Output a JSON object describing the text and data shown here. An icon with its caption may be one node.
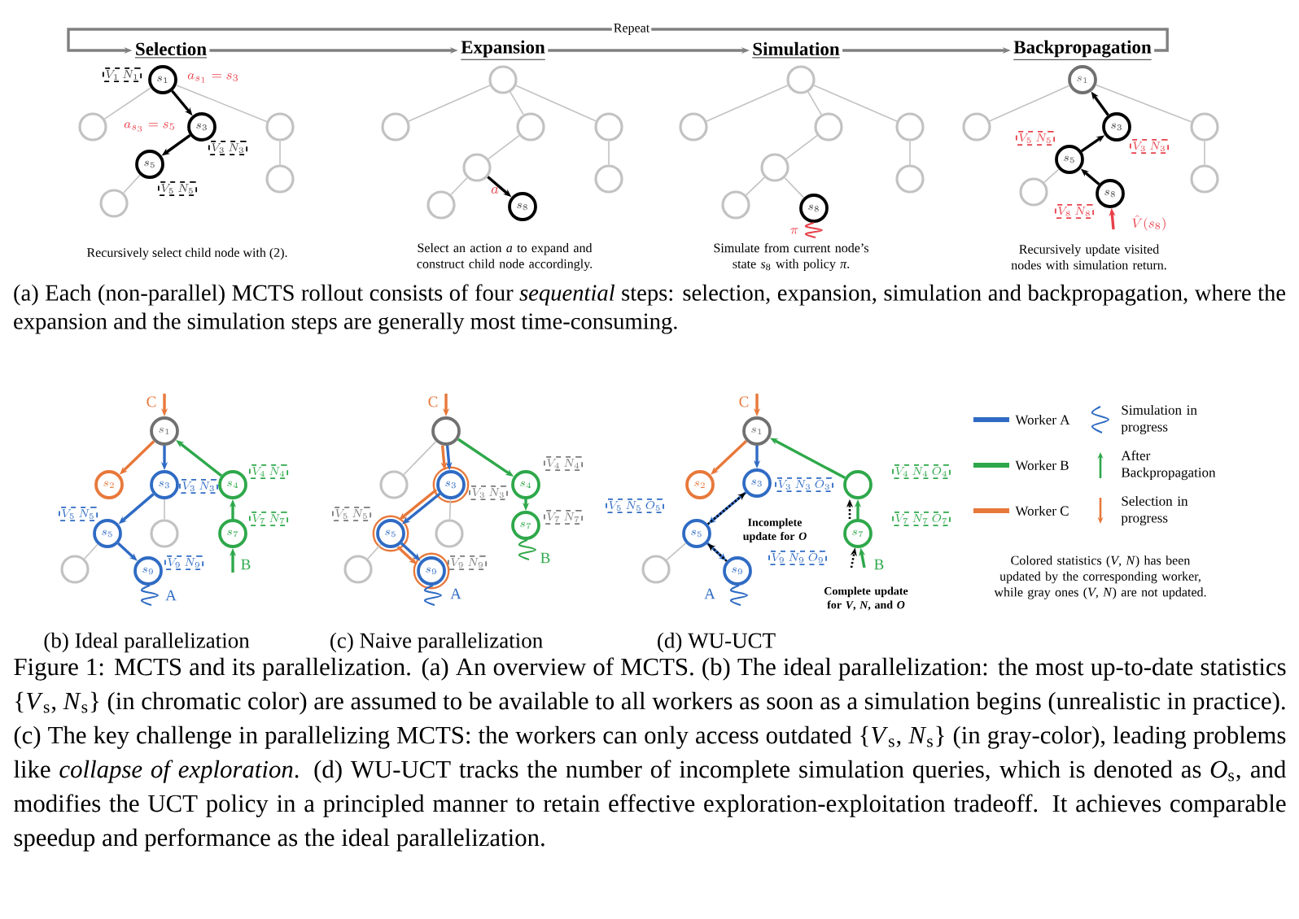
{
  "diagram": {
    "caption": "Figure 1: MCTS and its parallelization. (a) An overview of MCTS. (b) The ideal parallelization: the most up-to-date statistics {*V*$_{s}$, *N*$_{s}$} (in chromatic color) are assumed to be available to all workers as soon as a simulation begins (unrealistic in practice). (c) The key challenge in parallelizing MCTS: the workers can only access outdated {*V*$_{s}$, *N*$_{s}$} (in gray-color), leading problems like *collapse of exploration*. (d) WU-UCT tracks the number of incomplete simulation queries, which is denoted as *O*$_{s}$, and modifies the UCT policy in a principled manner to retain effective exploration-exploitation tradeoff. It achieves comparable speedup and performance as the ideal parallelization.",
    "nodes": [
      {
        "text": [
          "Selection"
        ]
      },
      {
        "text": [
          "Expansion"
        ]
      },
      {
        "text": [
          "Simulation"
        ]
      },
      {
        "text": [
          "Backpropagation"
        ]
      },
      {
        "text": [
          "s_1"
        ]
      },
      {
        "text": [],
        "shape": "circle"
      },
      {
        "text": [
          "s_3"
        ]
      },
      {
        "text": [],
        "shape": "circle"
      },
      {
        "text": [
          "s_5"
        ]
      },
      {
        "text": [],
        "shape": "circle"
      },
      {
        "text": [],
        "shape": "circle"
      },
      {
        "text": [
          "V_1\\ N_1"
        ]
      },
      {
        "text": [
          "V_3\\ N_3"
        ]
      },
      {
        "text": [
          "V_5\\ N_5"
        ]
      },
      {
        "text": [],
        "shape": "circle"
      },
      {
        "text": [],
        "shape": "circle"
      },
      {
        "text": [],
        "shape": "circle"
      },
      {
        "text": [],
        "shape": "circle"
      },
      {
        "text": [],
        "shape": "circle"
      },
      {
        "text": [],
        "shape": "circle"
      },
      {
        "text": [],
        "shape": "circle"
      },
      {
        "text": [
          "s_8"
        ]
      },
      {
        "text": [],
        "shape": "circle"
      },
      {
        "text": [],
        "shape": "circle"
      },
      {
        "text": [],
        "shape": "circle"
      },
      {
        "text": [],
        "shape": "circle"
      },
      {
        "text": [],
        "shape": "circle"
      },
      {
        "text": [],
        "shape": "circle"
      },
      {
        "text": [],
        "shape": "circle"
      },
      {
        "text": [
          "s_8"
        ],
        "beside": [
          "\\pi"
        ]
      },
      {
        "text": [
          "s_1"
        ]
      },
      {
        "text": [],
        "shape": "circle"
      },
      {
        "text": [
          "s_3"
        ]
      },
      {
        "text": [],
        "shape": "circle"
      },
      {
        "text": [
          "s_5"
        ]
      },
      {
        "text": [],
        "shape": "circle"
      },
      {
        "text": [],
        "shape": "circle"
      },
      {
        "text": [
          "s_8"
        ]
      },
      {
        "text": [
          "V_5\\ N_5"
        ]
      },
      {
        "text": [
          "V_3\\ N_3"
        ]
      },
      {
        "text": [
          "V_8\\ N_8"
        ]
      },
      {
        "text": [
          "s_1"
        ]
      },
      {
        "text": [
          "s_2"
        ]
      },
      {
        "text": [
          "s_3"
        ]
      },
      {
        "text": [
          "s_4"
        ]
      },
      {
        "text": [
          "s_5"
        ]
      },
      {
        "text": [],
        "shape": "circle"
      },
      {
        "text": [
          "s_7"
        ]
      },
      {
        "text": [],
        "shape": "circle"
      },
      {
        "text": [
          "s_9"
        ],
        "beside": [
          "A"
        ]
      },
      {
        "text": [
          "V_3\\ N_3"
        ]
      },
      {
        "text": [
          "V_4\\ N_4"
        ]
      },
      {
        "text": [
          "V_5\\ N_5"
        ]
      },
      {
        "text": [
          "V_7\\ N_7"
        ]
      },
      {
        "text": [
          "V_9\\ N_9"
        ]
      },
      {
        "text": [],
        "shape": "circle"
      },
      {
        "text": [],
        "shape": "circle"
      },
      {
        "text": [
          "s_3"
        ]
      },
      {
        "text": [
          "s_4"
        ]
      },
      {
        "text": [
          "s_5"
        ]
      },
      {
        "text": [],
        "shape": "circle"
      },
      {
        "text": [
          "s_7"
        ],
        "beside": [
          "B"
        ]
      },
      {
        "text": [],
        "shape": "circle"
      },
      {
        "text": [
          "s_9"
        ],
        "beside": [
          "A"
        ]
      },
      {
        "text": [
          "V_3\\ N_3"
        ]
      },
      {
        "text": [
          "V_4\\ N_4"
        ]
      },
      {
        "text": [
          "V_5\\ N_5"
        ]
      },
      {
        "text": [
          "V_7\\ N_7"
        ]
      },
      {
        "text": [
          "V_9\\ N_9"
        ]
      },
      {
        "text": [
          "s_1"
        ]
      },
      {
        "text": [
          "s_2"
        ]
      },
      {
        "text": [
          "s_3"
        ]
      },
      {
        "text": [],
        "shape": "circle"
      },
      {
        "text": [
          "s_5"
        ]
      },
      {
        "text": [],
        "shape": "circle"
      },
      {
        "text": [
          "s_7"
        ]
      },
      {
        "text": [
          "s_9"
        ],
        "beside": [
          "A"
        ]
      },
      {
        "text": [
          "V_3\\ N_3\\ O_3"
        ]
      },
      {
        "text": [
          "V_4\\ N_4\\ O_4"
        ]
      },
      {
        "text": [
          "V_5\\ N_5\\ O_5"
        ]
      },
      {
        "text": [
          "V_7\\ N_7\\ O_7"
        ]
      },
      {
        "text": [
          "V_9\\ N_9\\ O_9"
        ]
      }
    ],
    "edges": [
      {
        "from": 0,
        "to": 1,
        "arrow": "to",
        "color": "#808080"
      },
      {
        "from": 1,
        "to": 2,
        "arrow": "to",
        "color": "#808080"
      },
      {
        "from": 2,
        "to": 3,
        "arrow": "to",
        "color": "#808080"
      },
      {
        "from": 3,
        "to": 0,
        "arrow": "to",
        "color": "#808080",
        "label": "Repeat"
      },
      {
        "from": 4,
        "to": 5,
        "arrow": "none"
      },
      {
        "from": 4,
        "to": 6,
        "arrow": "to",
        "color": "#000000"
      },
      {
        "from": 4,
        "to": 7,
        "arrow": "none"
      },
      {
        "from": 6,
        "to": 8,
        "arrow": "to",
        "color": "#000000"
      },
      {
        "from": 7,
        "to": 9,
        "arrow": "none"
      },
      {
        "from": 8,
        "to": 10,
        "arrow": "none"
      },
      {
        "from": 14,
        "to": 15,
        "arrow": "none"
      },
      {
        "from": 14,
        "to": 16,
        "arrow": "none"
      },
      {
        "from": 14,
        "to": 17,
        "arrow": "none"
      },
      {
        "from": 16,
        "to": 18,
        "arrow": "none"
      },
      {
        "from": 17,
        "to": 19,
        "arrow": "none"
      },
      {
        "from": 18,
        "to": 20,
        "arrow": "none"
      },
      {
        "from": 18,
        "to": 21,
        "arrow": "to",
        "color": "#000000",
        "label": "a"
      },
      {
        "from": 22,
        "to": 23,
        "arrow": "none"
      },
      {
        "from": 22,
        "to": 24,
        "arrow": "none"
      },
      {
        "from": 22,
        "to": 25,
        "arrow": "none"
      },
      {
        "from": 24,
        "to": 26,
        "arrow": "none"
      },
      {
        "from": 25,
        "to": 27,
        "arrow": "none"
      },
      {
        "from": 26,
        "to": 28,
        "arrow": "none"
      },
      {
        "from": 26,
        "to": 29,
        "arrow": "none"
      },
      {
        "from": 30,
        "to": 31,
        "arrow": "none"
      },
      {
        "from": 30,
        "to": 33,
        "arrow": "none"
      },
      {
        "from": 33,
        "to": 35,
        "arrow": "none"
      },
      {
        "from": 34,
        "to": 36,
        "arrow": "none"
      },
      {
        "from": 37,
        "to": 34,
        "arrow": "to",
        "color": "#000000"
      },
      {
        "from": 34,
        "to": 32,
        "arrow": "to",
        "color": "#000000"
      },
      {
        "from": 32,
        "to": 30,
        "arrow": "to",
        "color": "#000000"
      },
      {
        "from": null,
        "to": 37,
        "arrow": "to",
        "color": "#e8404a"
      },
      {
        "from": null,
        "to": 41,
        "arrow": "to",
        "color": "#e8783a",
        "label": "C"
      },
      {
        "from": 41,
        "to": 42,
        "arrow": "to",
        "color": "#e8783a"
      },
      {
        "from": 41,
        "to": 43,
        "arrow": "to",
        "color": "#2f6bc4"
      },
      {
        "from": 44,
        "to": 41,
        "arrow": "to",
        "color": "#2ea84a"
      },
      {
        "from": 43,
        "to": 45,
        "arrow": "to",
        "color": "#2f6bc4"
      },
      {
        "from": 43,
        "to": 46,
        "arrow": "none"
      },
      {
        "from": 45,
        "to": 48,
        "arrow": "none"
      },
      {
        "from": 45,
        "to": 49,
        "arrow": "to",
        "color": "#2f6bc4"
      },
      {
        "from": 47,
        "to": 44,
        "arrow": "to",
        "color": "#2ea84a"
      },
      {
        "from": null,
        "to": 47,
        "arrow": "to",
        "color": "#2ea84a",
        "label": "B"
      },
      {
        "from": null,
        "to": 55,
        "arrow": "to",
        "color": "#e8783a",
        "label": "C"
      },
      {
        "from": 55,
        "to": 56,
        "arrow": "none"
      },
      {
        "from": 55,
        "to": 57,
        "arrow": "to",
        "color": "#2f6bc4"
      },
      {
        "from": 55,
        "to": 57,
        "arrow": "to",
        "color": "#e8783a"
      },
      {
        "from": 55,
        "to": 58,
        "arrow": "to",
        "color": "#2ea84a"
      },
      {
        "from": 57,
        "to": 60,
        "arrow": "none"
      },
      {
        "from": 57,
        "to": 59,
        "arrow": "to",
        "color": "#2f6bc4"
      },
      {
        "from": 57,
        "to": 59,
        "arrow": "to",
        "color": "#e8783a"
      },
      {
        "from": 59,
        "to": 62,
        "arrow": "none"
      },
      {
        "from": 59,
        "to": 63,
        "arrow": "to",
        "color": "#2f6bc4"
      },
      {
        "from": 59,
        "to": 63,
        "arrow": "to",
        "color": "#e8783a"
      },
      {
        "from": 58,
        "to": 61,
        "arrow": "to",
        "color": "#2ea84a"
      },
      {
        "from": null,
        "to": 69,
        "arrow": "to",
        "color": "#e8783a",
        "label": "C"
      },
      {
        "from": 69,
        "to": 70,
        "arrow": "to",
        "color": "#e8783a"
      },
      {
        "from": 69,
        "to": 71,
        "arrow": "to",
        "color": "#2f6bc4"
      },
      {
        "from": 72,
        "to": 69,
        "arrow": "to",
        "color": "#2ea84a"
      },
      {
        "from": 71,
        "to": 73,
        "arrow": "to",
        "color": "#2f6bc4"
      },
      {
        "from": 73,
        "to": 74,
        "arrow": "none"
      },
      {
        "from": 73,
        "to": 76,
        "arrow": "to",
        "color": "#2f6bc4"
      },
      {
        "from": 75,
        "to": 72,
        "arrow": "to",
        "color": "#2ea84a"
      },
      {
        "from": null,
        "to": 75,
        "arrow": "to",
        "color": "#2ea84a",
        "label": "B"
      },
      {
        "from": 76,
        "to": 73,
        "arrow": "to",
        "style": "dashed",
        "color": "#000000"
      },
      {
        "from": 73,
        "to": 71,
        "arrow": "to",
        "style": "dashed",
        "color": "#000000"
      },
      {
        "from": 75,
        "to": 72,
        "arrow": "to",
        "style": "dashed",
        "color": "#000000"
      },
      {
        "from": null,
        "to": 75,
        "arrow": "to",
        "style": "dashed",
        "color": "#000000"
      }
    ],
    "labels": [
      "a_{s_1} = s_3",
      "a_{s_3} = s_5",
      "\\hat{V}(s_8)",
      "Recursively select child node with (2).",
      "Select an action *a* to expand and construct child node accordingly.",
      "Simulate from current node’s state *s*$_{8}$ with policy *π*.",
      "Recursively update visited nodes with simulation return.",
      "(a) Each (non-parallel) MCTS rollout consists of four *sequential* steps: selection, expansion, simulation and backpropagation, where the expansion and the simulation steps are generally most time-consuming.",
      "Incomplete update for *O*",
      "Complete update for *V*, *N*, and *O*",
      "Colored statistics (*V*, *N*) has been updated by the corresponding worker, while gray ones (*V*, *N*) are not updated.",
      "(b) Ideal parallelization",
      "(c) Naive parallelization",
      "(d) WU-UCT"
    ],
    "legend": [
      {
        "text": "Worker A",
        "color": "#2f6bc4"
      },
      {
        "text": "Worker B",
        "color": "#2ea84a"
      },
      {
        "text": "Worker C",
        "color": "#e8783a"
      },
      {
        "text": "Simulation in progress"
      },
      {
        "text": "After Backpropagation"
      },
      {
        "text": "Selection in progress"
      }
    ]
  }
}
